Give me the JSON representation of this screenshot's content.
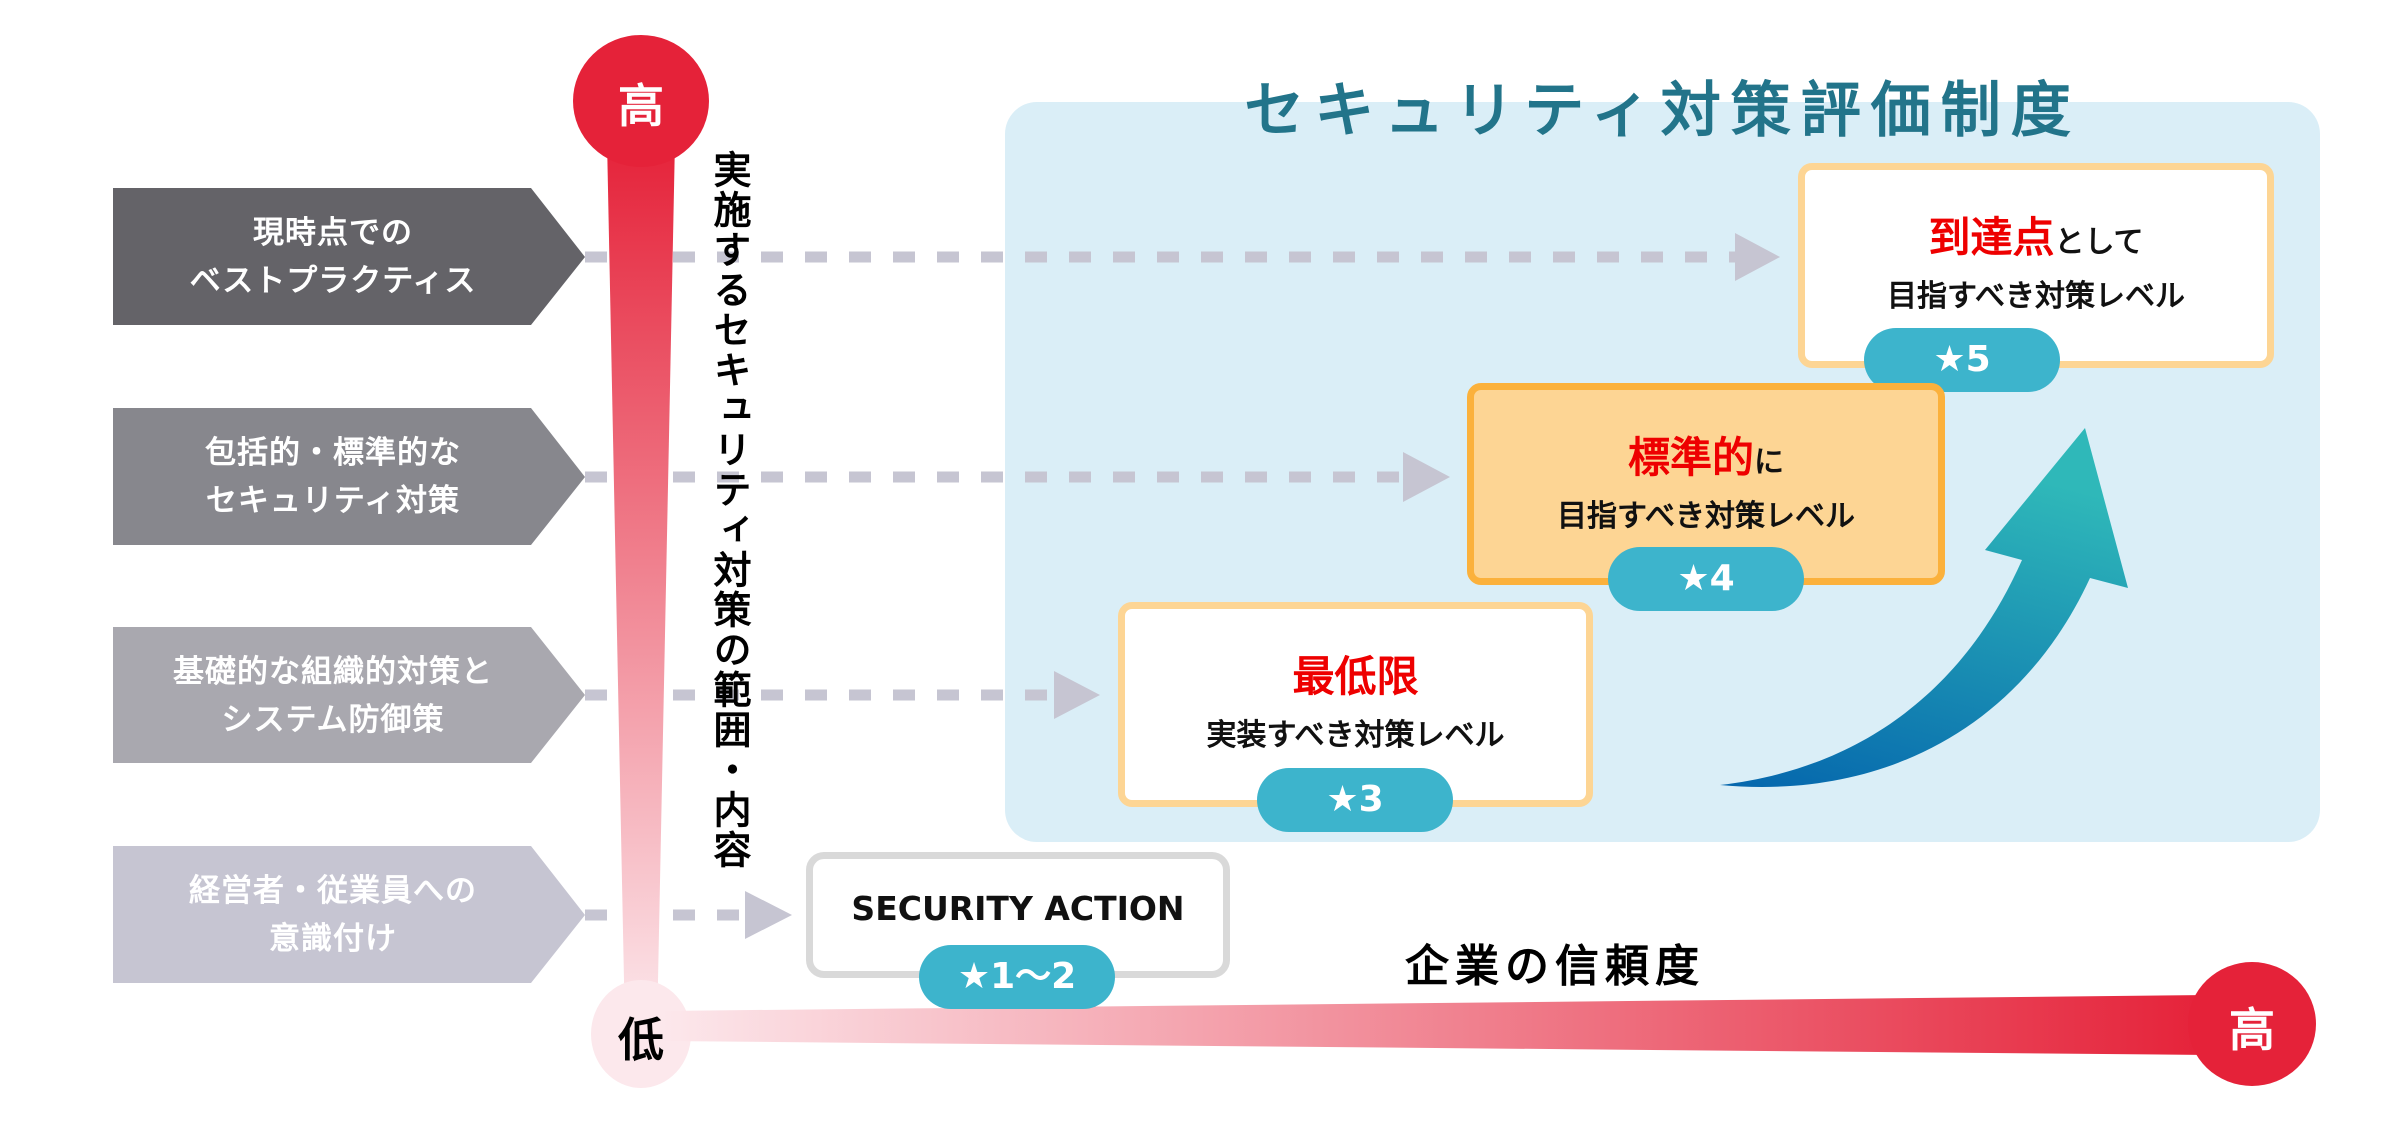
{
  "diagram": {
    "panel_title": "セキュリティ対策評価制度",
    "vertical_axis": {
      "label": "実施するセキュリティ対策の範囲・内容",
      "high_label": "高",
      "low_label": "低"
    },
    "horizontal_axis": {
      "label": "企業の信頼度",
      "high_label": "高"
    },
    "scope_items": [
      {
        "line1": "現時点での",
        "line2": "ベストプラクティス",
        "color": "#646368"
      },
      {
        "line1": "包括的・標準的な",
        "line2": "セキュリティ対策",
        "color": "#87878d"
      },
      {
        "line1": "基礎的な組織的対策と",
        "line2": "システム防御策",
        "color": "#a9a8af"
      },
      {
        "line1": "経営者・従業員への",
        "line2": "意識付け",
        "color": "#c6c5d2"
      }
    ],
    "levels": [
      {
        "highlight": "到達点",
        "suffix": "として",
        "line2": "目指すべき対策レベル",
        "badge": "★5"
      },
      {
        "highlight": "標準的",
        "suffix": "に",
        "line2": "目指すべき対策レベル",
        "badge": "★4"
      },
      {
        "highlight": "最低限",
        "suffix": "",
        "line2": "実装すべき対策レベル",
        "badge": "★3"
      }
    ],
    "security_action": {
      "title": "SECURITY ACTION",
      "badge": "★1〜2"
    },
    "colors": {
      "axis_red": "#e52239",
      "axis_pale": "#fce8ec",
      "panel_bg": "#daeef7",
      "title_teal": "#22748a",
      "badge_cyan": "#3db4cc",
      "highlight_red": "#ee0000",
      "level_border": "#fdd594",
      "level4_fill": "#fdd594",
      "level4_border": "#fbb13c",
      "dash_gray": "#c6c5d2",
      "arrow_top": "#2fb8b9",
      "arrow_bottom": "#0566ad"
    }
  }
}
